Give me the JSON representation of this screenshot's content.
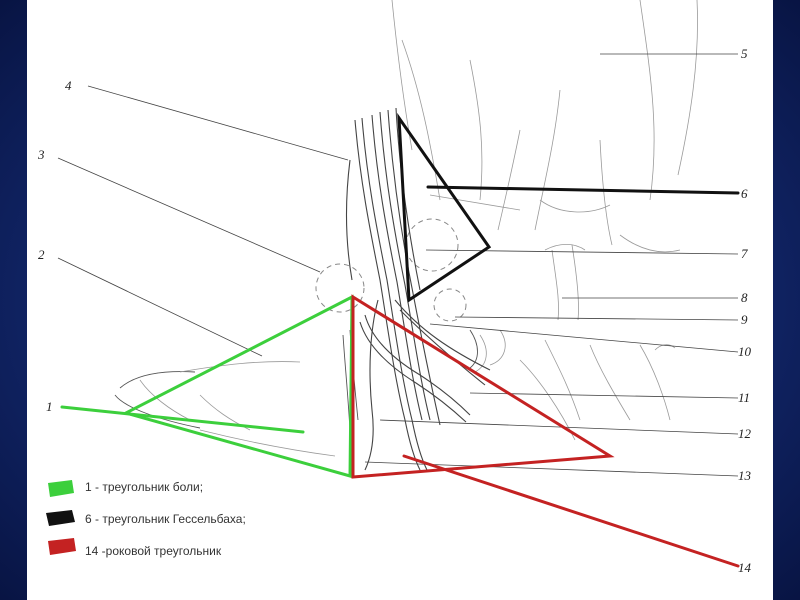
{
  "colors": {
    "frame": "#12276b",
    "panel": "#ffffff",
    "green": "#3ccf3c",
    "black": "#111111",
    "red": "#c42222"
  },
  "callouts": [
    "1",
    "2",
    "3",
    "4",
    "5",
    "6",
    "7",
    "8",
    "9",
    "10",
    "11",
    "12",
    "13",
    "14"
  ],
  "legend": [
    {
      "color": "#3ccf3c",
      "icon": "green-swatch-icon",
      "text": "1 - треугольник боли;"
    },
    {
      "color": "#111111",
      "icon": "black-swatch-icon",
      "text": "6 - треугольник Гессельбаха;"
    },
    {
      "color": "#c42222",
      "icon": "red-swatch-icon",
      "text": "14 -роковой треугольник"
    }
  ]
}
